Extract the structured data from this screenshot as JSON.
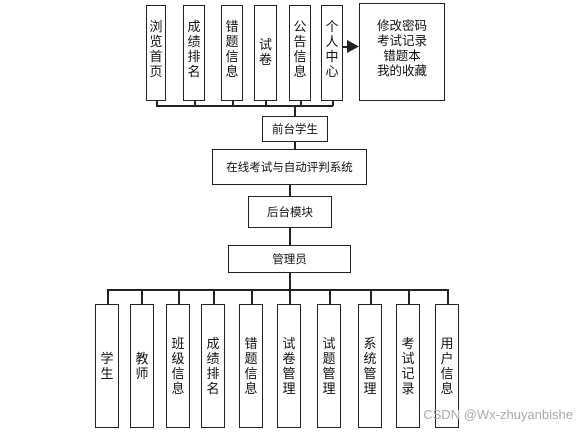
{
  "top_row": [
    {
      "label": "浏\n览\n首\n页"
    },
    {
      "label": "成\n绩\n排\n名"
    },
    {
      "label": "错\n题\n信\n息"
    },
    {
      "label": "试\n卷"
    },
    {
      "label": "公\n告\n信\n息"
    },
    {
      "label": "个\n人\n中\n心"
    }
  ],
  "personal_center_items": "修改密码\n考试记录\n错题本\n我的收藏",
  "frontend_label": "前台学生",
  "system_label": "在线考试与自动评判系统",
  "backend_label": "后台模块",
  "admin_label": "管理员",
  "bottom_row": [
    {
      "label": "学\n生"
    },
    {
      "label": "教\n师"
    },
    {
      "label": "班\n级\n信\n息"
    },
    {
      "label": "成\n绩\n排\n名"
    },
    {
      "label": "错\n题\n信\n息"
    },
    {
      "label": "试\n卷\n管\n理"
    },
    {
      "label": "试\n题\n管\n理"
    },
    {
      "label": "系\n统\n管\n理"
    },
    {
      "label": "考\n试\n记\n录"
    },
    {
      "label": "用\n户\n信\n息"
    }
  ],
  "watermark": "CSDN @Wx-zhuyanbishe"
}
